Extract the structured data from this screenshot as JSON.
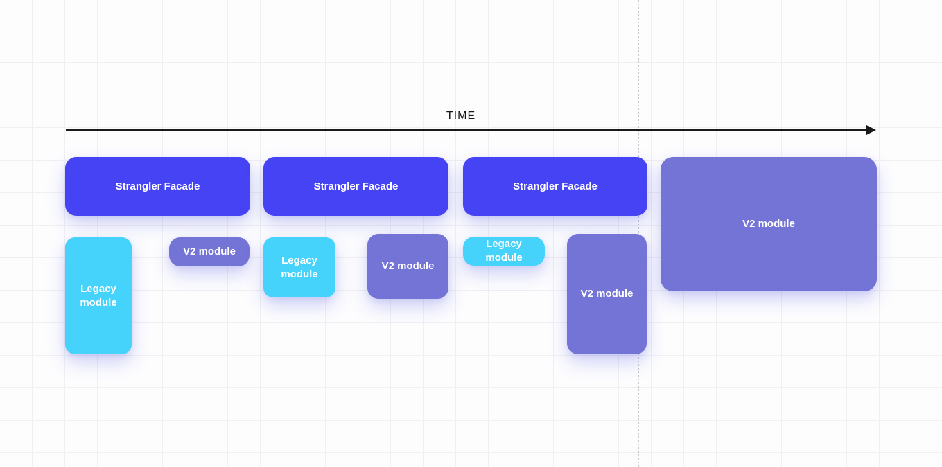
{
  "timeline": {
    "label": "TIME"
  },
  "colors": {
    "facade": "#4643F4",
    "v2_module": "#7473D6",
    "legacy_module": "#45D3FB",
    "arrow": "#1A1A1A",
    "label_text": "#FFFFFF"
  },
  "boxes": [
    {
      "id": "strangler-facade-1",
      "type": "facade",
      "label": "Strangler Facade"
    },
    {
      "id": "strangler-facade-2",
      "type": "facade",
      "label": "Strangler Facade"
    },
    {
      "id": "strangler-facade-3",
      "type": "facade",
      "label": "Strangler Facade"
    },
    {
      "id": "v2-module-large",
      "type": "v2",
      "label": "V2 module"
    },
    {
      "id": "legacy-module-1",
      "type": "legacy",
      "label": "Legacy module"
    },
    {
      "id": "v2-module-1",
      "type": "v2",
      "label": "V2 module"
    },
    {
      "id": "legacy-module-2",
      "type": "legacy",
      "label": "Legacy module"
    },
    {
      "id": "v2-module-2",
      "type": "v2",
      "label": "V2 module"
    },
    {
      "id": "legacy-module-3",
      "type": "legacy",
      "label": "Legacy module"
    },
    {
      "id": "v2-module-3",
      "type": "v2",
      "label": "V2 module"
    }
  ]
}
